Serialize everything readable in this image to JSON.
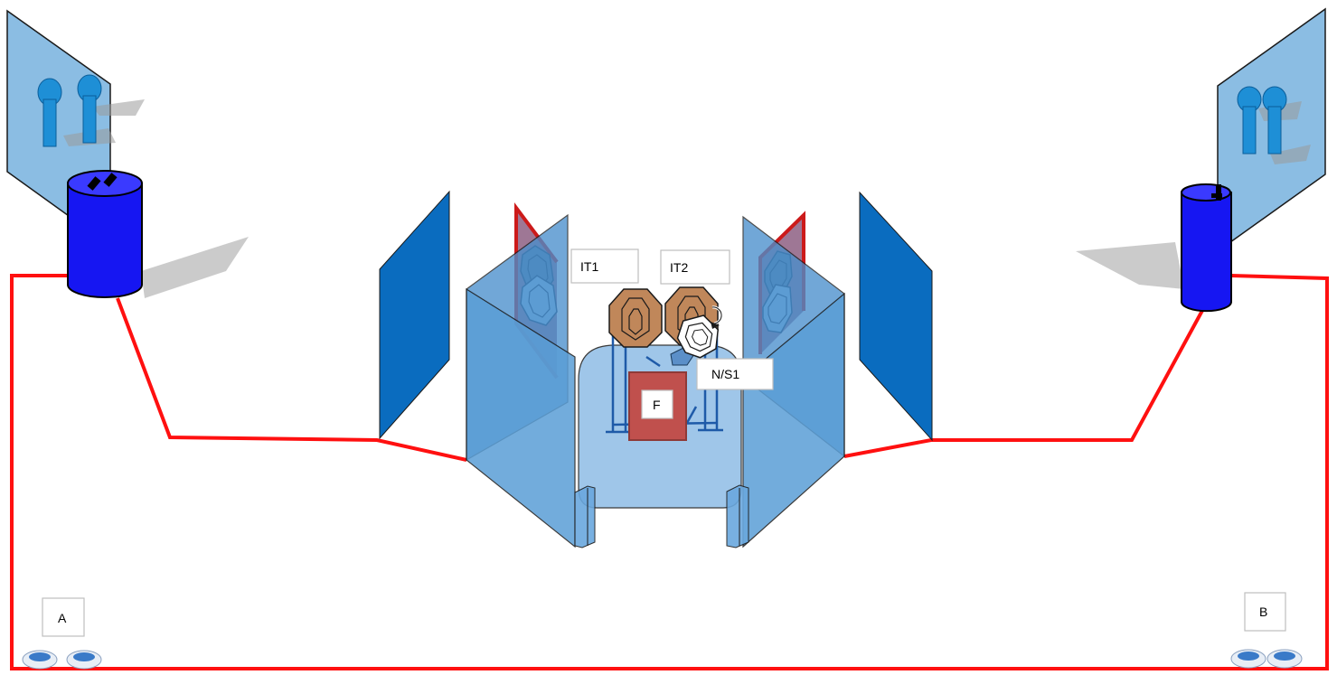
{
  "labels": {
    "it1": "IT1",
    "it2": "IT2",
    "ns1": "N/S1",
    "f": "F",
    "a": "A",
    "b": "B"
  },
  "colors": {
    "boundary_line": "#ff0000",
    "barrel": "#1f1ff0",
    "wall_dark": "#0a6cbf",
    "wall_light": "#5a98cc",
    "panel_translucent": "#7fb0de",
    "target_tan": "#c0875a",
    "no_shoot_blue": "#9fcbee",
    "box_red": "#c0504d"
  },
  "icons": {
    "barrel": "barrel-icon",
    "paper_target": "paper-target-icon",
    "steel_target": "steel-target-icon",
    "no_shoot": "no-shoot-target-icon",
    "popper": "popper-icon",
    "start_position": "start-position-icon"
  }
}
